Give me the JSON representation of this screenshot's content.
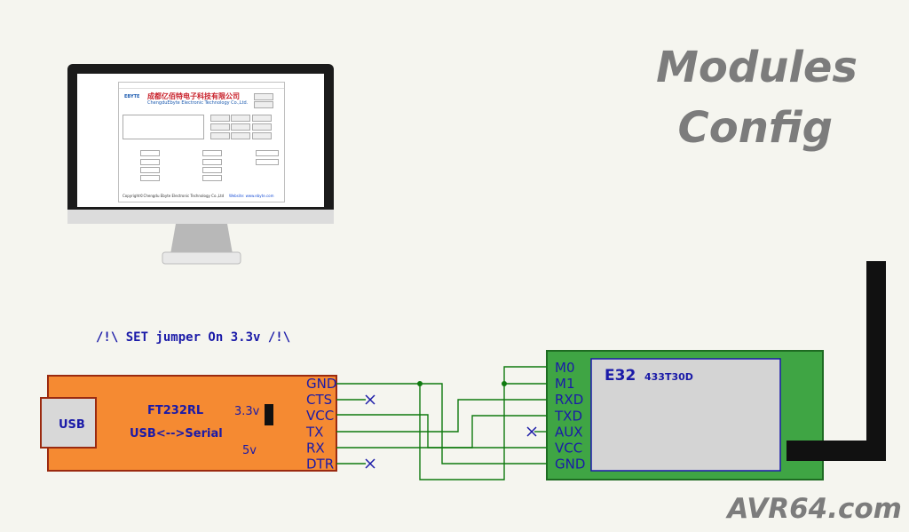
{
  "title": {
    "line1": "Modules",
    "line2": "Config"
  },
  "brand": "AVR64.com",
  "jumper_note": "/!\\ SET jumper On 3.3v  /!\\",
  "ft232": {
    "usb_label": "USB",
    "chip": "FT232RL",
    "desc": "USB<-->Serial",
    "v33": "3.3v",
    "v5": "5v",
    "pins": [
      "GND",
      "CTS",
      "VCC",
      "TX",
      "RX",
      "DTR"
    ],
    "color": "#f58a32"
  },
  "e32": {
    "name": "E32",
    "model": "433T30D",
    "pins": [
      "M0",
      "M1",
      "RXD",
      "TXD",
      "AUX",
      "VCC",
      "GND"
    ],
    "color": "#3fa544"
  },
  "software": {
    "logo": "成都亿佰特电子科技有限公司",
    "subtitle": "ChengduEbyte Electronic Technology Co.,Ltd.",
    "ebyte": "EBYTE",
    "footer": "Copyright©Chengdu Ebyte Electronic Technology Co.,Ltd",
    "link": "Website: www.ebyte.com"
  },
  "colors": {
    "wire": "#0f7a0f",
    "pin_text": "#1a1aa8",
    "label": "#1a1aa8"
  }
}
